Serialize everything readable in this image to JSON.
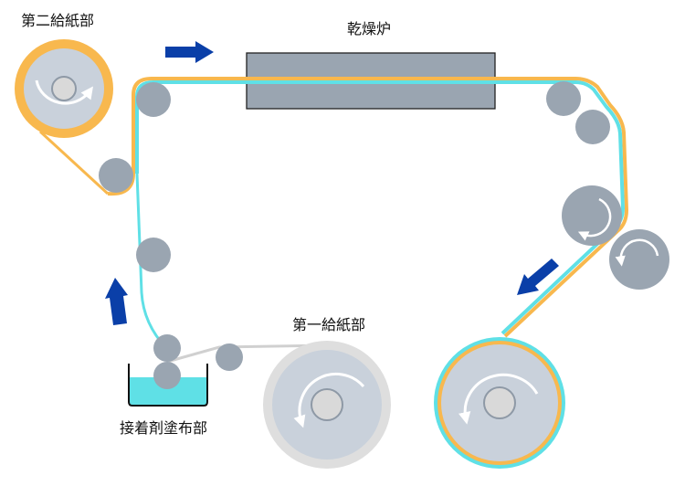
{
  "labels": {
    "second_feeder": "第二給紙部",
    "dryer": "乾燥炉",
    "first_feeder": "第一給紙部",
    "adhesive_coater": "接着剤塗布部"
  },
  "colors": {
    "orange_web": "#f8b84e",
    "cyan_web": "#5fe0e6",
    "roller": "#9aa5b1",
    "reel_body": "#c9d1db",
    "reel_hub": "#d9d9d9",
    "reel_hub_ring": "#8e99a6",
    "first_reel_rim": "#dedede",
    "gray_web": "#d0d0d0",
    "dryer_box": "#9aa5b1",
    "adhesive": "#5fe0e6",
    "flow_arrow": "#0a3fa8"
  },
  "icons": {
    "flow_arrows": [
      "arrow-right-icon",
      "arrow-up-icon",
      "arrow-down-left-icon"
    ],
    "rotation_arrows": [
      "rotate-clockwise-icon",
      "rotate-counterclockwise-icon"
    ]
  }
}
